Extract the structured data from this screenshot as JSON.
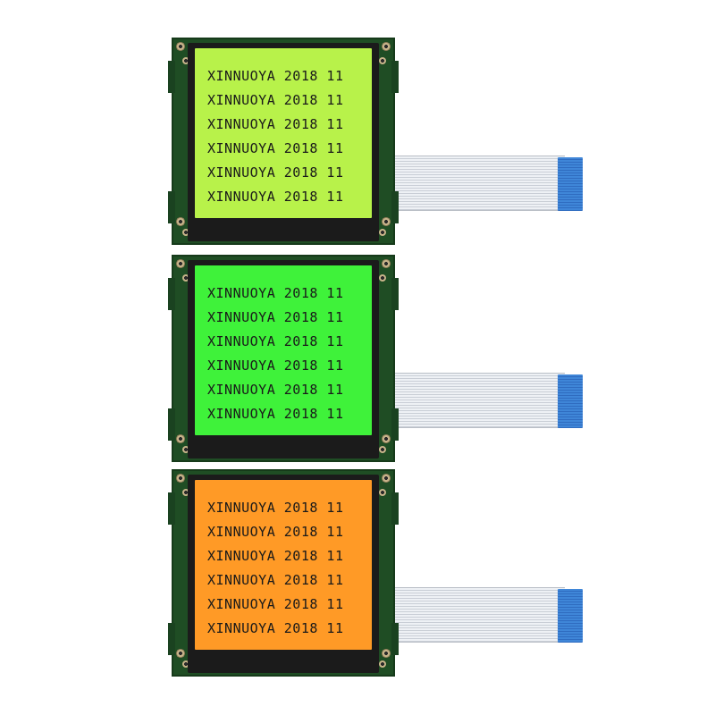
{
  "modules": [
    {
      "name": "yellow-green",
      "backlight": "#b8f24a",
      "lines": [
        "XINNUOYA 2018 11",
        "XINNUOYA 2018 11",
        "XINNUOYA 2018 11",
        "XINNUOYA 2018 11",
        "XINNUOYA 2018 11",
        "XINNUOYA 2018 11"
      ]
    },
    {
      "name": "green",
      "backlight": "#3ff23a",
      "lines": [
        "XINNUOYA 2018 11",
        "XINNUOYA 2018 11",
        "XINNUOYA 2018 11",
        "XINNUOYA 2018 11",
        "XINNUOYA 2018 11",
        "XINNUOYA 2018 11"
      ]
    },
    {
      "name": "orange",
      "backlight": "#ff9a26",
      "lines": [
        "XINNUOYA 2018 11",
        "XINNUOYA 2018 11",
        "XINNUOYA 2018 11",
        "XINNUOYA 2018 11",
        "XINNUOYA 2018 11",
        "XINNUOYA 2018 11"
      ]
    }
  ],
  "colors": {
    "pcb": "#1f4d24",
    "bezel": "#1b1b1b",
    "ribbon": "#dfe3e9",
    "ribbon_tip": "#3f86d8"
  }
}
